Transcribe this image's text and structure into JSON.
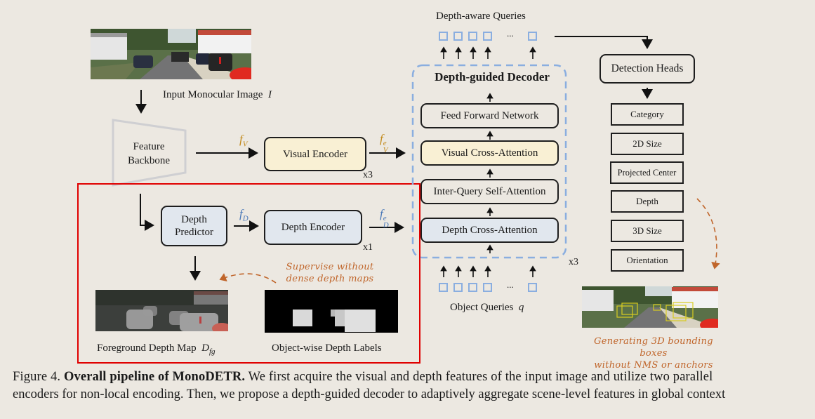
{
  "input": {
    "label": "Input Monocular Image",
    "symbol": "I"
  },
  "backbone": {
    "line1": "Feature",
    "line2": "Backbone"
  },
  "visual_branch": {
    "feature_label": "f",
    "feature_sub": "V",
    "encoder_label": "Visual Encoder",
    "repeat": "x3",
    "out_label": "f",
    "out_sub": "V",
    "out_sup": "e"
  },
  "depth_branch": {
    "predictor_line1": "Depth",
    "predictor_line2": "Predictor",
    "feature_label": "f",
    "feature_sub": "D",
    "encoder_label": "Depth Encoder",
    "repeat": "x1",
    "out_label": "f",
    "out_sub": "D",
    "out_sup": "e",
    "supervise_line1": "Supervise without",
    "supervise_line2": "dense depth maps",
    "fg_map_label": "Foreground Depth Map",
    "fg_map_symbol": "D",
    "fg_map_sub": "fg",
    "labels_caption": "Object-wise Depth Labels"
  },
  "decoder": {
    "title": "Depth-guided Decoder",
    "layers": [
      "Feed Forward Network",
      "Visual Cross-Attention",
      "Inter-Query Self-Attention",
      "Depth Cross-Attention"
    ],
    "repeat": "x3"
  },
  "queries": {
    "top_label": "Depth-aware Queries",
    "bottom_label": "Object Queries",
    "bottom_symbol": "q",
    "ellipsis": "..."
  },
  "detection": {
    "title": "Detection Heads",
    "heads": [
      "Category",
      "2D Size",
      "Projected Center",
      "Depth",
      "3D Size",
      "Orientation"
    ],
    "result_line1": "Generating 3D bounding boxes",
    "result_line2": "without NMS or anchors"
  },
  "caption": {
    "prefix": "Figure 4.",
    "bold": "Overall pipeline of MonoDETR.",
    "line1_rest": "We first acquire the visual and depth features of the input image and utilize two parallel",
    "line2": "encoders for non-local encoding. Then, we propose a depth-guided decoder to adaptively aggregate scene-level features in global context"
  },
  "colors": {
    "background": "#ece8e1",
    "visual": "#f9f0d4",
    "depth": "#e1e7ee",
    "highlight_box": "#e00000",
    "decoder_dash": "#8aaee0",
    "annotation": "#c0652a"
  }
}
